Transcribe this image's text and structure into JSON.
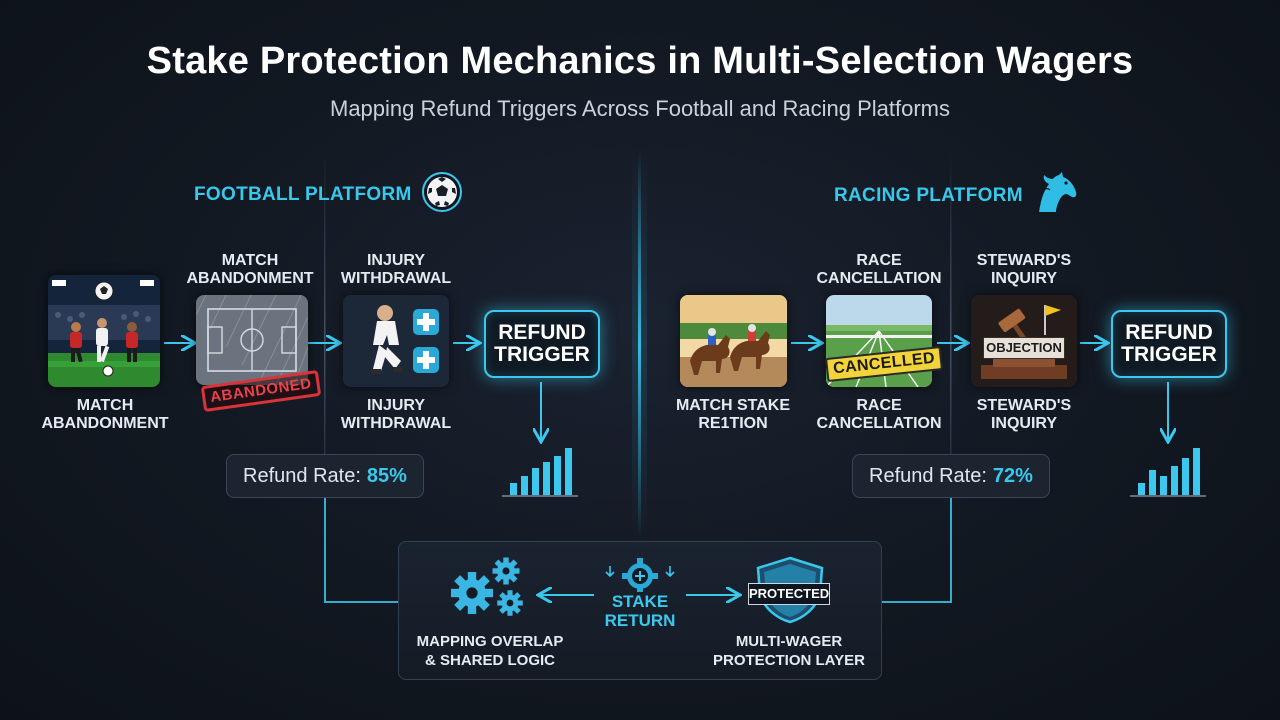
{
  "title": "Stake Protection Mechanics in Multi-Selection Wagers",
  "subtitle": "Mapping Refund Triggers Across Football and Racing Platforms",
  "football": {
    "label": "FOOTBALL PLATFORM",
    "icon": "football-icon",
    "step1_bottom": "MATCH ABANDONMENT",
    "step2_top": "MATCH ABANDONMENT",
    "step2_badge": "ABANDONED",
    "step3_top": "INJURY WITHDRAWAL",
    "step3_bottom": "INJURY WITHDRAWAL",
    "refund": "REFUND TRIGGER",
    "rate_label": "Refund Rate:",
    "rate_value": "85%",
    "rate": 85
  },
  "racing": {
    "label": "RACING PLATFORM",
    "icon": "horse-head-icon",
    "step1_bottom": "MATCH STAKE RE1TION",
    "step2_top": "RACE CANCELLATION",
    "step2_badge": "CANCELLED",
    "step2_bottom": "RACE CANCELLATION",
    "step3_top": "STEWARD'S INQUIRY",
    "step3_badge": "OBJECTION",
    "step3_bottom": "STEWARD'S INQUIRY",
    "refund": "REFUND TRIGGER",
    "rate_label": "Refund Rate:",
    "rate_value": "72%",
    "rate": 72
  },
  "bottom": {
    "left_caption": "MAPPING OVERLAP & SHARED LOGIC",
    "center_caption": "STAKE RETURN",
    "right_badge": "PROTECTED",
    "right_caption": "MULTI-WAGER PROTECTION LAYER"
  },
  "colors": {
    "accent": "#3cc8ee",
    "background": "#121821",
    "badge_red": "#d8343a",
    "badge_yellow": "#f2d43a"
  }
}
